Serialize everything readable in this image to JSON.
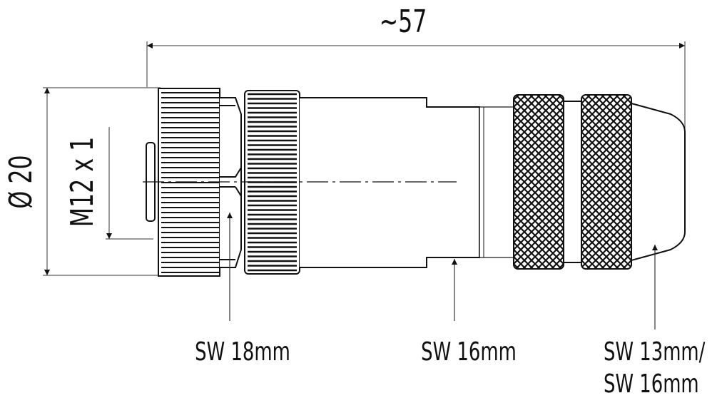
{
  "dimensions": {
    "length": "~57",
    "diameter": "Ø 20",
    "thread": "M12 x 1"
  },
  "callouts": [
    {
      "label": "SW 18mm"
    },
    {
      "label": "SW 16mm"
    },
    {
      "label_line1": "SW 13mm/",
      "label_line2": "SW 16mm"
    }
  ],
  "colors": {
    "line": "#111111",
    "dim": "#333333"
  }
}
